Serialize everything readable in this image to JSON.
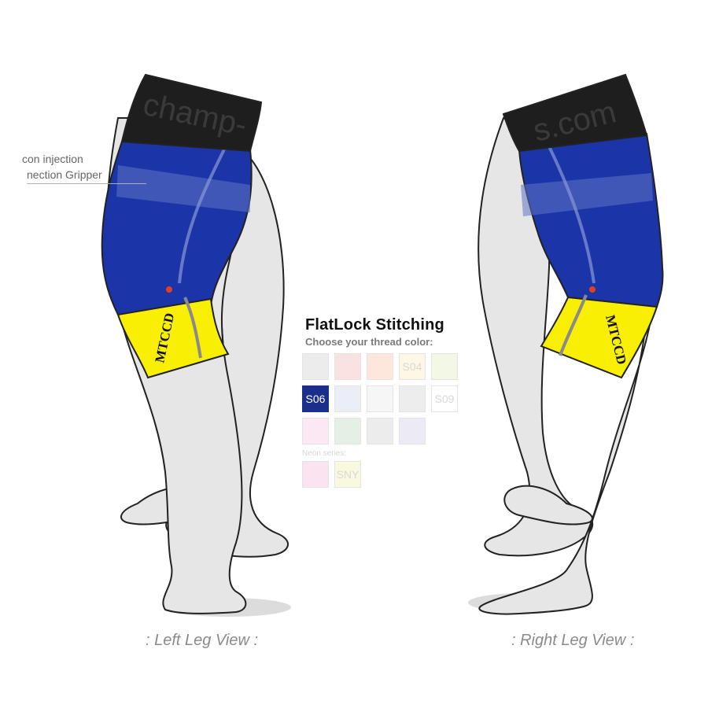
{
  "callout": {
    "line1": "con injection",
    "line2": "nection Gripper"
  },
  "sleeve": {
    "left_band_text": "champ-",
    "right_band_text": "s.com",
    "left_knee_text": "MTCCD",
    "right_knee_text": "MTCCD",
    "colors": {
      "band": "#1e1e1e",
      "main": "#1b35a8",
      "knee": "#f9ef05",
      "leg": "#e6e6e6"
    }
  },
  "picker": {
    "title": "FlatLock Stitching",
    "subtitle": "Choose your thread color:",
    "neon_label": "Neon series:",
    "swatches": [
      {
        "code": "",
        "color": "#ececec"
      },
      {
        "code": "",
        "color": "#fbe2e2"
      },
      {
        "code": "",
        "color": "#fde6dc"
      },
      {
        "code": "S04",
        "color": "#fdf8e6"
      },
      {
        "code": "",
        "color": "#f3f8e6"
      },
      {
        "code": "S06",
        "color": "#1a2f8a",
        "selected": true
      },
      {
        "code": "",
        "color": "#eceef6"
      },
      {
        "code": "",
        "color": "#f6f6f6"
      },
      {
        "code": "",
        "color": "#ededed"
      },
      {
        "code": "S09",
        "color": "#ffffff"
      },
      {
        "code": "",
        "color": "#fbe8f3"
      },
      {
        "code": "",
        "color": "#e6efe6"
      },
      {
        "code": "",
        "color": "#ececec"
      },
      {
        "code": "",
        "color": "#ecebf5"
      }
    ],
    "neon_swatches": [
      {
        "code": "",
        "color": "#fbe3ef"
      },
      {
        "code": "SNY",
        "color": "#f8f9de"
      }
    ]
  },
  "captions": {
    "left": ": Left Leg View :",
    "right": ": Right Leg View :"
  }
}
